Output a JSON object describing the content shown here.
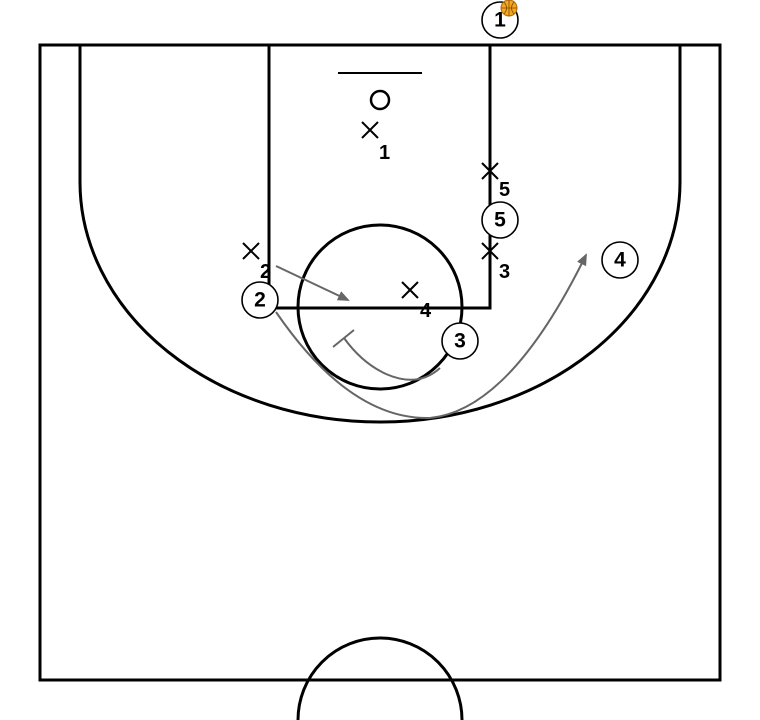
{
  "colors": {
    "background": "#ffffff",
    "court_lines": "#000000",
    "movement_lines": "#666666",
    "ball": "#f5a623"
  },
  "offense": [
    {
      "id": "1",
      "label": "1",
      "has_ball": true
    },
    {
      "id": "2",
      "label": "2"
    },
    {
      "id": "3",
      "label": "3"
    },
    {
      "id": "4",
      "label": "4"
    },
    {
      "id": "5",
      "label": "5"
    }
  ],
  "defense": [
    {
      "id": "1",
      "label": "1"
    },
    {
      "id": "2",
      "label": "2"
    },
    {
      "id": "3",
      "label": "3"
    },
    {
      "id": "4",
      "label": "4"
    },
    {
      "id": "5",
      "label": "5"
    }
  ],
  "movements": [
    {
      "player": "2",
      "type": "pass-arrow"
    },
    {
      "player": "3",
      "type": "screen"
    },
    {
      "player": "2",
      "type": "cut-arrow"
    }
  ]
}
